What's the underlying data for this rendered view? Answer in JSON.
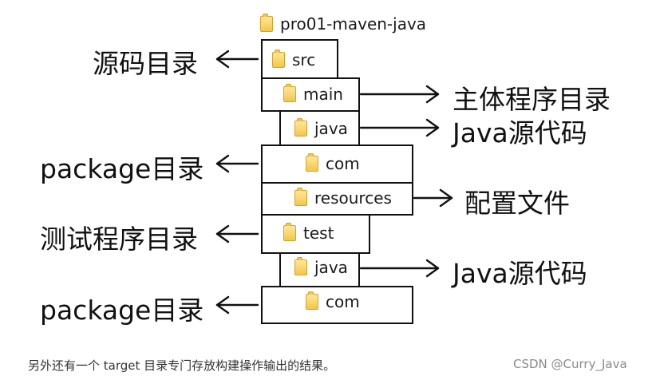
{
  "tree": {
    "root": "pro01-maven-java",
    "src": "src",
    "main": "main",
    "main_java": "java",
    "main_com": "com",
    "resources": "resources",
    "test": "test",
    "test_java": "java",
    "test_com": "com"
  },
  "labels": {
    "src": "源码目录",
    "main": "主体程序目录",
    "main_java": "Java源代码",
    "main_package": "package目录",
    "resources": "配置文件",
    "test": "测试程序目录",
    "test_java": "Java源代码",
    "test_package": "package目录"
  },
  "footer": {
    "note": "另外还有一个 target 目录专门存放构建操作输出的结果。",
    "credit": "CSDN @Curry_Java"
  }
}
